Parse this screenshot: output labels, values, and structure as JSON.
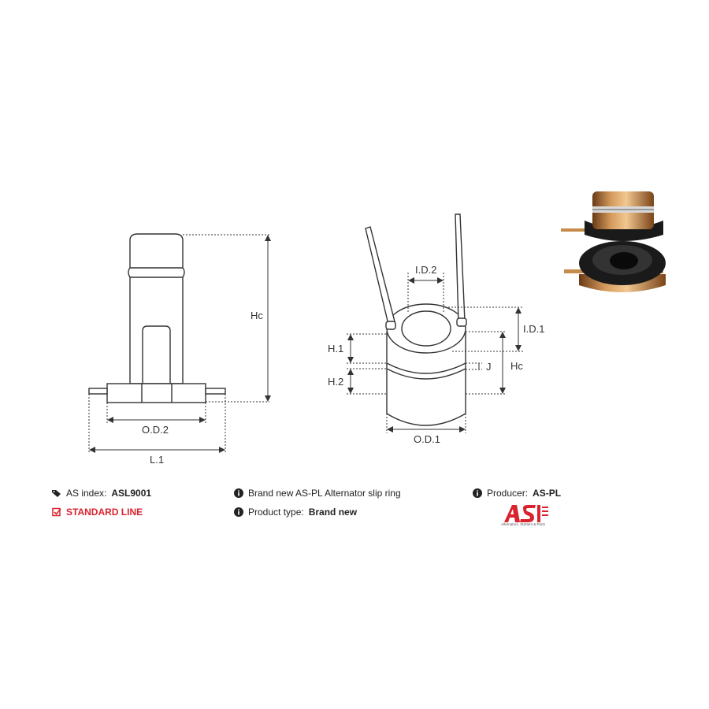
{
  "labels": {
    "hc_left": "Hc",
    "od2": "O.D.2",
    "l1": "L.1",
    "id2": "I.D.2",
    "id1": "I.D.1",
    "h1": "H.1",
    "h2": "H.2",
    "j": "J",
    "hc_right": "Hc",
    "od1": "O.D.1"
  },
  "info": {
    "as_index_label": "AS index:",
    "as_index_value": "ASL9001",
    "line": "STANDARD LINE",
    "description": "Brand new AS-PL Alternator slip ring",
    "product_type_label": "Product type:",
    "product_type_value": "Brand new",
    "producer_label": "Producer:",
    "producer_value": "AS-PL",
    "logo_tagline": "Alternators, Starters & Parts"
  },
  "colors": {
    "accent_red": "#d9232e",
    "copper": "#b8743a",
    "line": "#333333"
  }
}
